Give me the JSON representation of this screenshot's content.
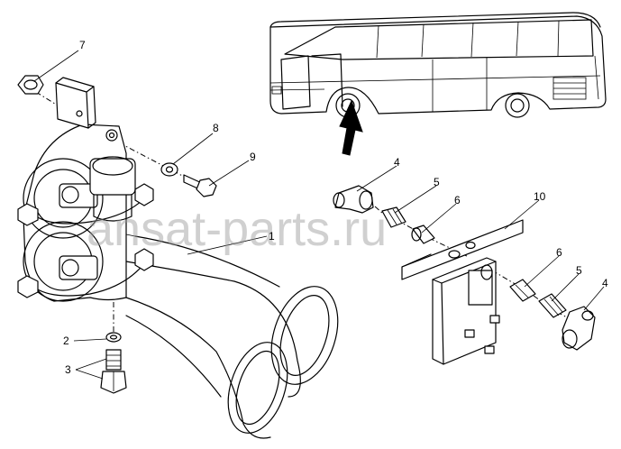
{
  "diagram": {
    "watermark": "ansat-parts.ru",
    "callouts": [
      {
        "id": "c1",
        "text": "1"
      },
      {
        "id": "c2",
        "text": "2"
      },
      {
        "id": "c3",
        "text": "3"
      },
      {
        "id": "c4a",
        "text": "4"
      },
      {
        "id": "c4b",
        "text": "4"
      },
      {
        "id": "c5a",
        "text": "5"
      },
      {
        "id": "c5b",
        "text": "5"
      },
      {
        "id": "c6a",
        "text": "6"
      },
      {
        "id": "c6b",
        "text": "6"
      },
      {
        "id": "c7",
        "text": "7"
      },
      {
        "id": "c8",
        "text": "8"
      },
      {
        "id": "c9",
        "text": "9"
      },
      {
        "id": "c10",
        "text": "10"
      }
    ],
    "colors": {
      "line": "#000000",
      "background": "#ffffff",
      "watermark": "#969696"
    }
  }
}
